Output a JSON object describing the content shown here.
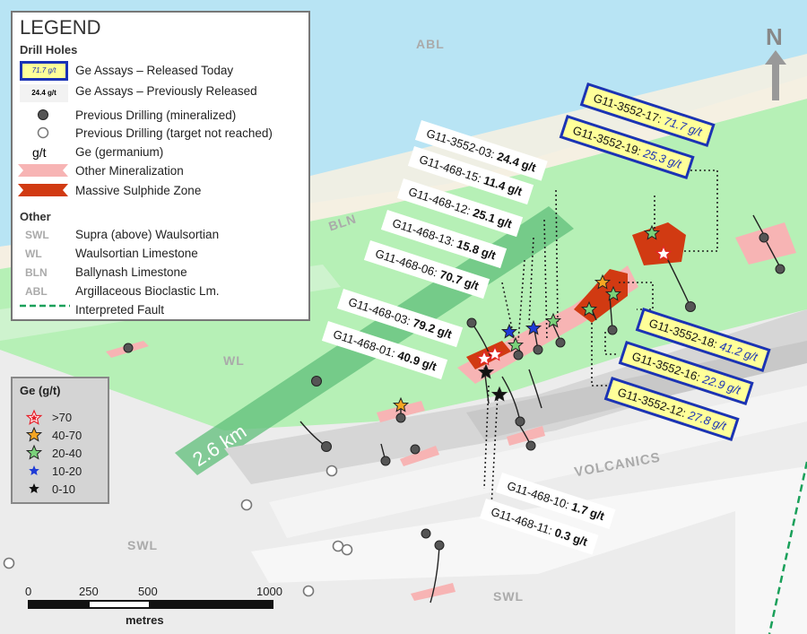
{
  "legend": {
    "title": "LEGEND",
    "drill_holes_heading": "Drill Holes",
    "today_sample": "71.7 g/t",
    "today_label": "Ge Assays – Released Today",
    "prev_sample": "24.4 g/t",
    "prev_label": "Ge Assays – Previously Released",
    "previous_mineralized": "Previous Drilling (mineralized)",
    "previous_target_not_reached": "Previous Drilling (target not reached)",
    "gt_symbol": "g/t",
    "gt_label": "Ge (germanium)",
    "other_mineralization": "Other Mineralization",
    "massive_sulphide": "Massive Sulphide Zone",
    "other_heading": "Other",
    "units": [
      {
        "abbr": "SWL",
        "label": "Supra (above) Waulsortian"
      },
      {
        "abbr": "WL",
        "label": "Waulsortian Limestone"
      },
      {
        "abbr": "BLN",
        "label": "Ballynash Limestone"
      },
      {
        "abbr": "ABL",
        "label": "Argillaceous Bioclastic Lm."
      }
    ],
    "fault_label": "Interpreted Fault"
  },
  "ge_legend": {
    "title": "Ge (g/t)",
    "classes": [
      {
        "label": ">70",
        "color": "#e8202a"
      },
      {
        "label": "40-70",
        "color": "#f5a623"
      },
      {
        "label": "20-40",
        "color": "#7ad17a"
      },
      {
        "label": "10-20",
        "color": "#1f3bd6"
      },
      {
        "label": "0-10",
        "color": "#111111"
      }
    ]
  },
  "scale": {
    "ticks": [
      "0",
      "250",
      "500",
      "1000"
    ],
    "unit": "metres"
  },
  "north": "N",
  "map_labels": {
    "abl": "ABL",
    "bln": "BLN",
    "wl": "WL",
    "swl_left": "SWL",
    "swl_bottom": "SWL",
    "volcanics": "VOLCANICS",
    "distance": "2.6 km"
  },
  "holes_previous": [
    {
      "id": "G11-3552-03:",
      "value": "24.4 g/t"
    },
    {
      "id": "G11-468-15:",
      "value": "11.4 g/t"
    },
    {
      "id": "G11-468-12:",
      "value": "25.1 g/t"
    },
    {
      "id": "G11-468-13:",
      "value": "15.8 g/t"
    },
    {
      "id": "G11-468-06:",
      "value": "70.7 g/t"
    },
    {
      "id": "G11-468-03:",
      "value": "79.2 g/t"
    },
    {
      "id": "G11-468-01:",
      "value": "40.9 g/t"
    },
    {
      "id": "G11-468-10:",
      "value": "1.7 g/t"
    },
    {
      "id": "G11-468-11:",
      "value": "0.3 g/t"
    }
  ],
  "holes_today": [
    {
      "id": "G11-3552-17:",
      "value": "71.7 g/t"
    },
    {
      "id": "G11-3552-19:",
      "value": "25.3 g/t"
    },
    {
      "id": "G11-3552-18:",
      "value": "41.2 g/t"
    },
    {
      "id": "G11-3552-16:",
      "value": "22.9 g/t"
    },
    {
      "id": "G11-3552-12:",
      "value": "27.8 g/t"
    }
  ],
  "colors": {
    "sea": "#b8e4f4",
    "sand": "#f5efe2",
    "waulsortian": "#b6f0b6",
    "swl": "#efefef",
    "volcanic_band": "#d4d4d4",
    "mineralization": "#f7b4b4",
    "massive_sulphide": "#d13a12",
    "today_border": "#1b33b5",
    "today_fill": "#ffff99",
    "fault": "#1aa05a"
  }
}
